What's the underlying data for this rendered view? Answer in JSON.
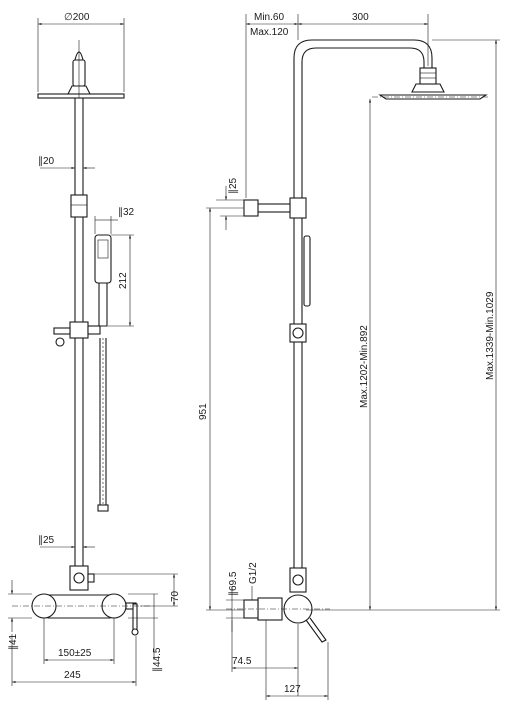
{
  "drawing": {
    "front_view": {
      "head_diameter": "∅200",
      "pipe_diameter": "∥20",
      "hand_shower_diameter": "∥32",
      "hand_shower_length": "212",
      "lower_pipe_diameter": "∥25",
      "wall_height": "70",
      "body_diameter": "∥41",
      "handle_diameter": "∥44.5",
      "centers": "150±25",
      "total_width": "245"
    },
    "side_view": {
      "arm_min": "Min.60",
      "arm_max": "Max.120",
      "arm_length": "300",
      "bracket_diameter": "∥25",
      "bracket_height": "951",
      "head_height_range": "Max.1202-Min.892",
      "total_height_range": "Max.1339-Min.1029",
      "connection_diameter": "∥69.5",
      "thread": "G1/2",
      "wall_offset": "74.5",
      "body_depth": "127"
    }
  }
}
